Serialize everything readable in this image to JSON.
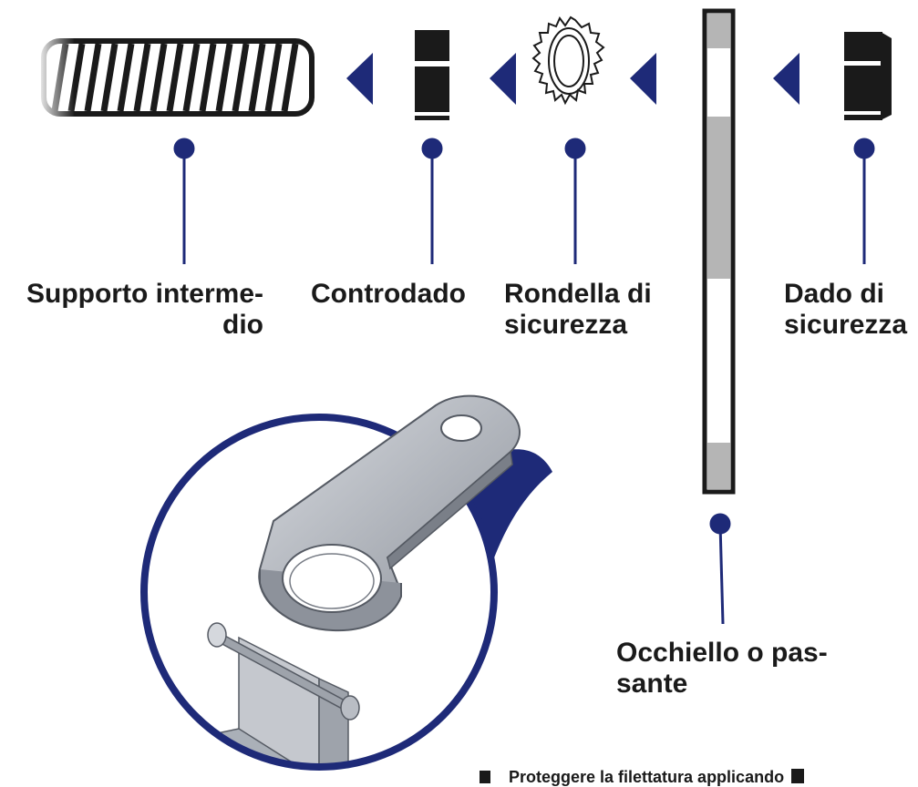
{
  "colors": {
    "accent": "#1e2a78",
    "dark": "#1a1a1a",
    "steel": "#b8bcc4",
    "bar_gray": "#b5b5b5"
  },
  "labels": {
    "supporto": [
      "Supporto interme-",
      "dio"
    ],
    "controdado": "Controdado",
    "rondella": [
      "Rondella di",
      "sicurezza"
    ],
    "dado": [
      "Dado di",
      "sicurezza"
    ],
    "occhiello": [
      "Occhiello o pas-",
      "sante"
    ]
  },
  "note": {
    "text": "Proteggere la filettatura applicando"
  }
}
